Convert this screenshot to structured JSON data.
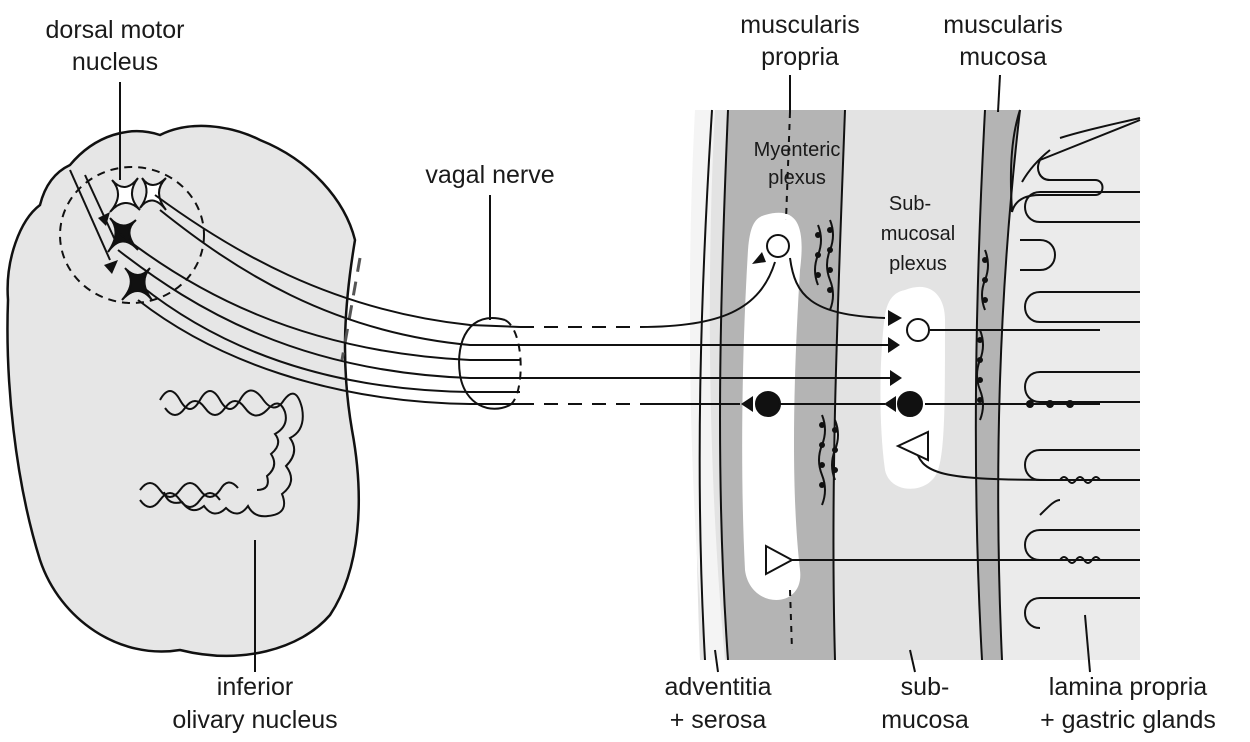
{
  "labels": {
    "dorsal_motor_nucleus": [
      "dorsal motor",
      "nucleus"
    ],
    "inferior_olivary_nucleus": [
      "inferior",
      "olivary nucleus"
    ],
    "vagal_nerve": "vagal nerve",
    "muscularis_propria": [
      "muscularis",
      "propria"
    ],
    "muscularis_mucosa": [
      "muscularis",
      "mucosa"
    ],
    "myenteric_plexus": [
      "Myenteric",
      "plexus"
    ],
    "submucosal_plexus": [
      "Sub-",
      "mucosal",
      "plexus"
    ],
    "adventitia_serosa": [
      "adventitia",
      "+ serosa"
    ],
    "submucosa": [
      "sub-",
      "mucosa"
    ],
    "lamina_propria": [
      "lamina propria",
      "+ gastric glands"
    ]
  },
  "colors": {
    "brainstem_fill": "#e6e6e6",
    "muscle_layer": "#b4b4b4",
    "submucosa_fill": "#e3e3e3",
    "line": "#111111"
  }
}
